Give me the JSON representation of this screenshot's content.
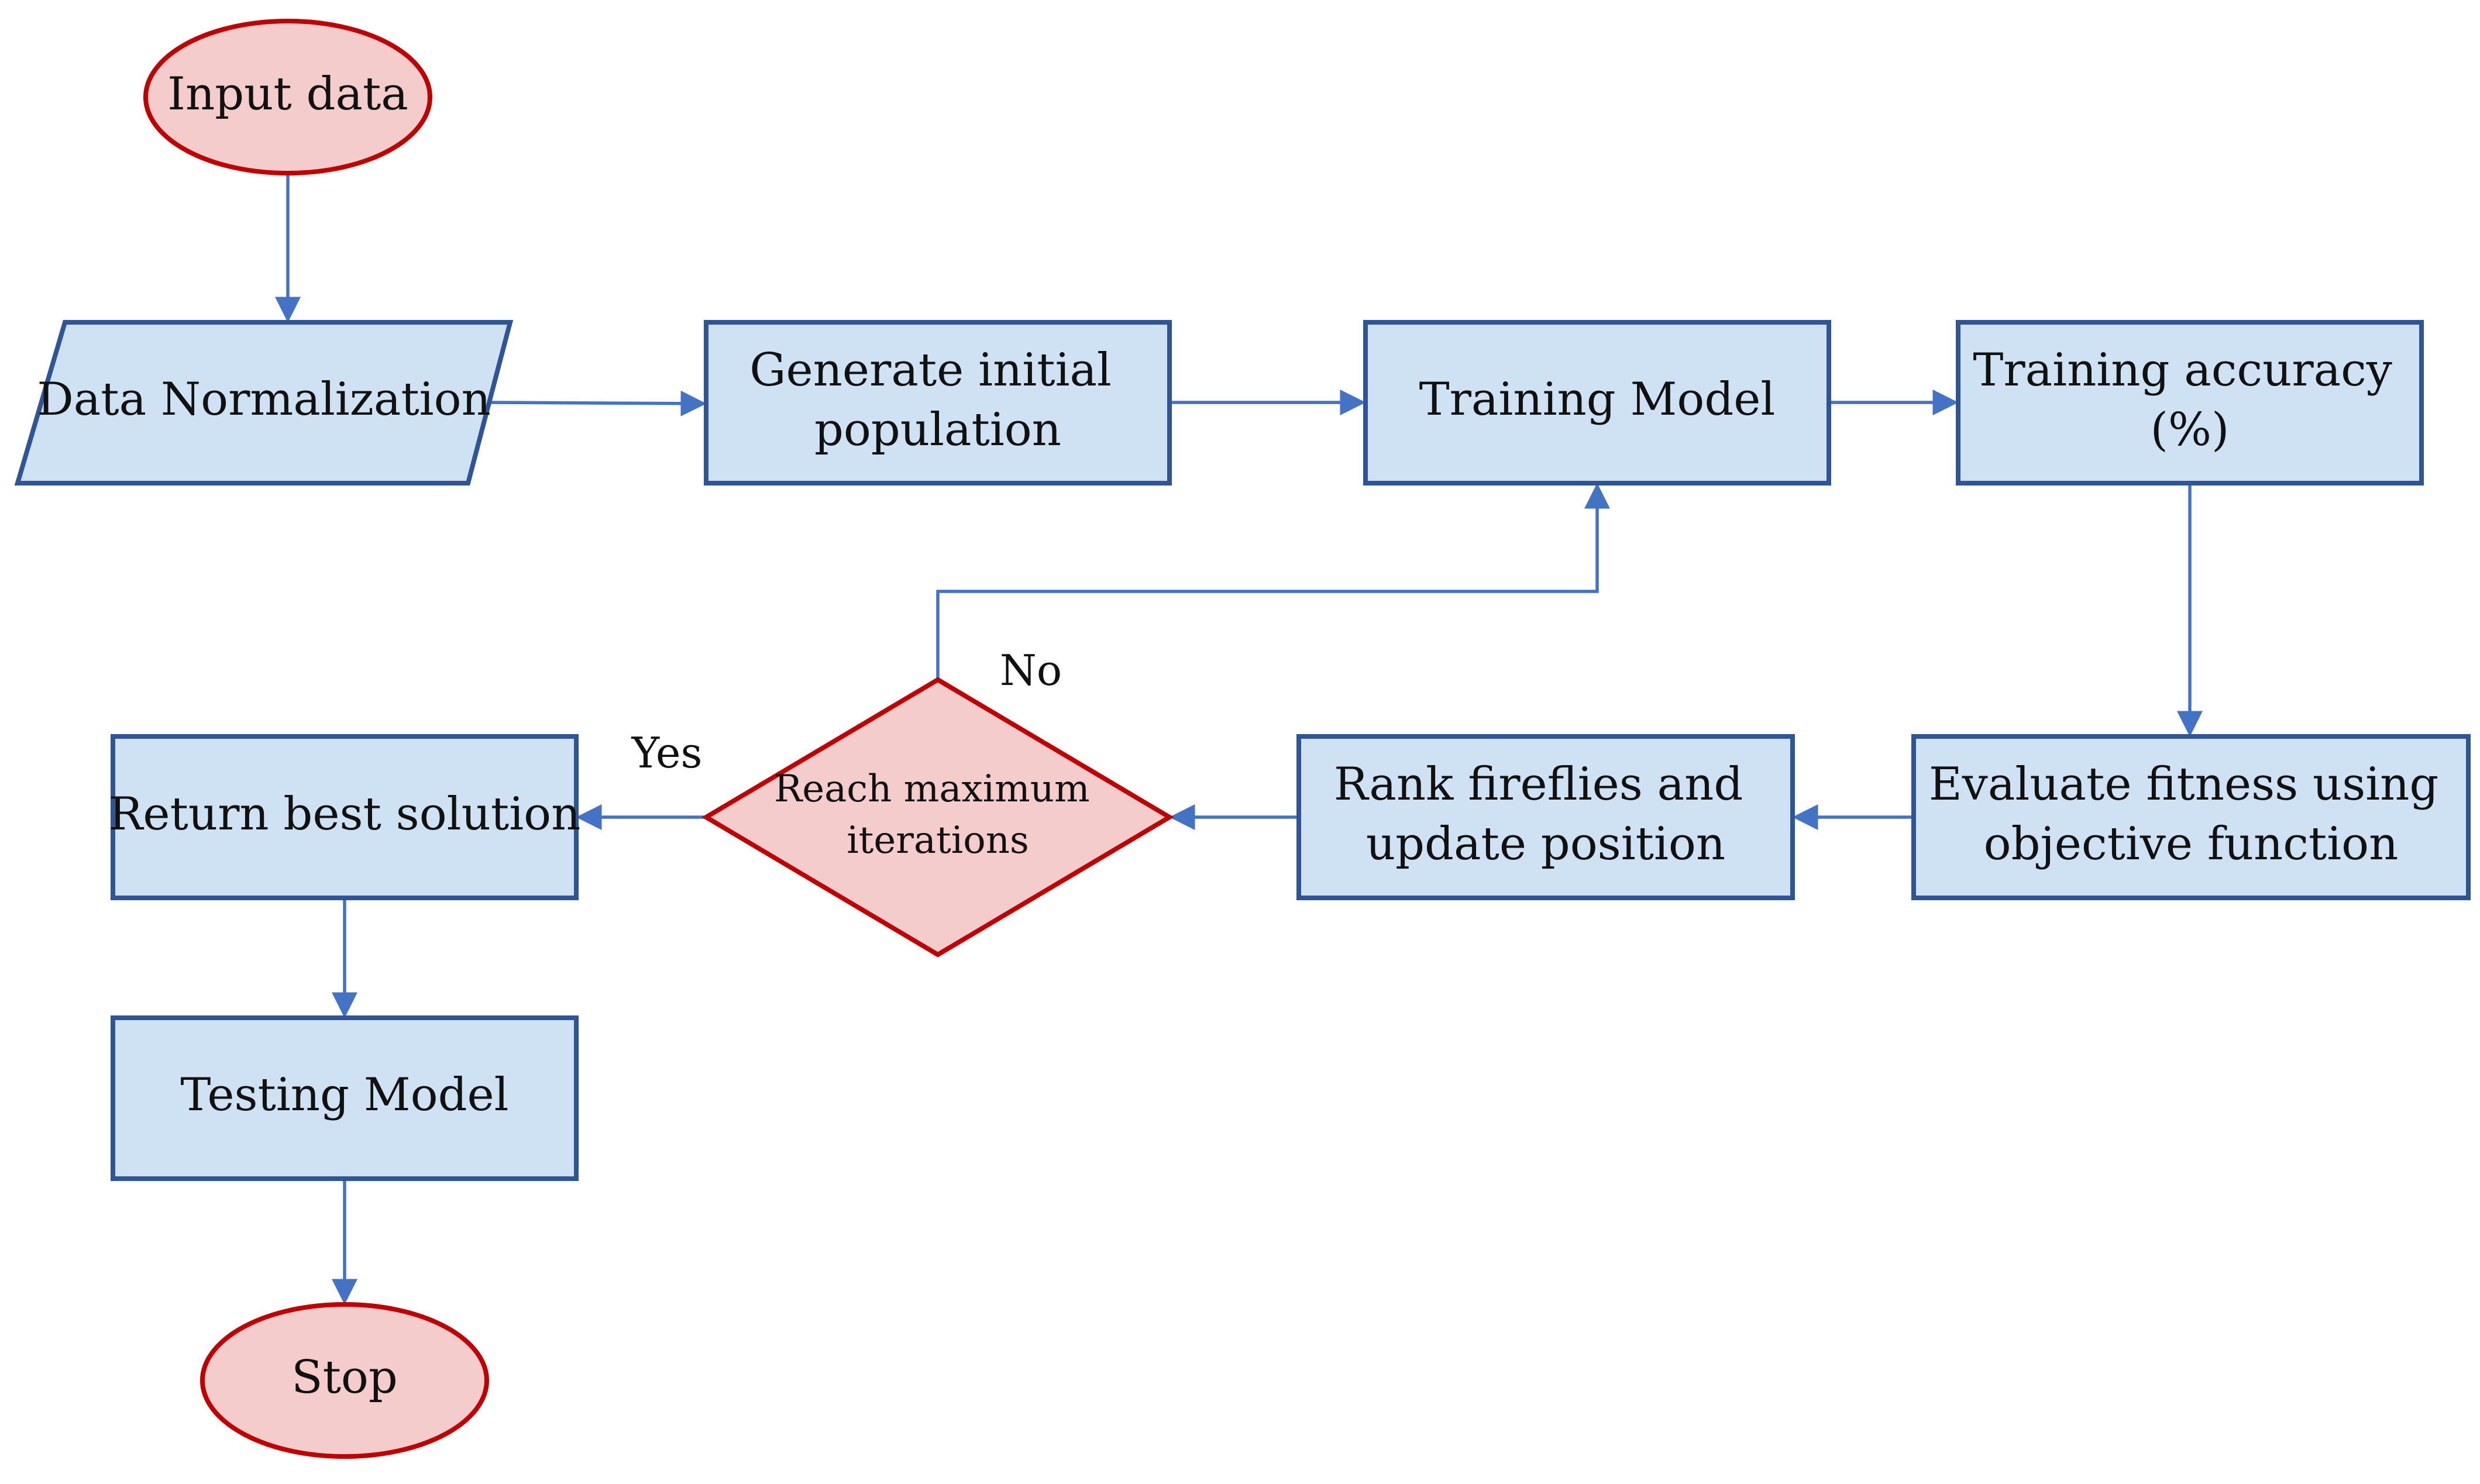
{
  "colors": {
    "box_fill": "#cfe2f3",
    "box_stroke": "#2f5597",
    "terminal_fill": "#f4cccc",
    "terminal_stroke": "#c00000",
    "arrow": "#4472c4"
  },
  "nodes": {
    "input_data": {
      "shape": "ellipse",
      "lines": [
        "Input data"
      ]
    },
    "data_normalization": {
      "shape": "parallelogram",
      "lines": [
        "Data Normalization"
      ]
    },
    "generate_population": {
      "shape": "rectangle",
      "lines": [
        "Generate initial",
        "population"
      ]
    },
    "training_model": {
      "shape": "rectangle",
      "lines": [
        "Training Model"
      ]
    },
    "training_accuracy": {
      "shape": "rectangle",
      "lines": [
        "Training accuracy",
        "(%)"
      ]
    },
    "evaluate_fitness": {
      "shape": "rectangle",
      "lines": [
        "Evaluate fitness using",
        "objective function"
      ]
    },
    "rank_fireflies": {
      "shape": "rectangle",
      "lines": [
        "Rank fireflies and",
        "update position"
      ]
    },
    "reach_max": {
      "shape": "diamond",
      "lines": [
        "Reach maximum",
        "iterations"
      ]
    },
    "return_best": {
      "shape": "rectangle",
      "lines": [
        "Return best solution"
      ]
    },
    "testing_model": {
      "shape": "rectangle",
      "lines": [
        "Testing Model"
      ]
    },
    "stop": {
      "shape": "ellipse",
      "lines": [
        "Stop"
      ]
    }
  },
  "edges": [
    {
      "from": "input_data",
      "to": "data_normalization"
    },
    {
      "from": "data_normalization",
      "to": "generate_population"
    },
    {
      "from": "generate_population",
      "to": "training_model"
    },
    {
      "from": "training_model",
      "to": "training_accuracy"
    },
    {
      "from": "training_accuracy",
      "to": "evaluate_fitness"
    },
    {
      "from": "evaluate_fitness",
      "to": "rank_fireflies"
    },
    {
      "from": "rank_fireflies",
      "to": "reach_max"
    },
    {
      "from": "reach_max",
      "to": "training_model",
      "label": "No"
    },
    {
      "from": "reach_max",
      "to": "return_best",
      "label": "Yes"
    },
    {
      "from": "return_best",
      "to": "testing_model"
    },
    {
      "from": "testing_model",
      "to": "stop"
    }
  ],
  "labels": {
    "no": "No",
    "yes": "Yes"
  }
}
